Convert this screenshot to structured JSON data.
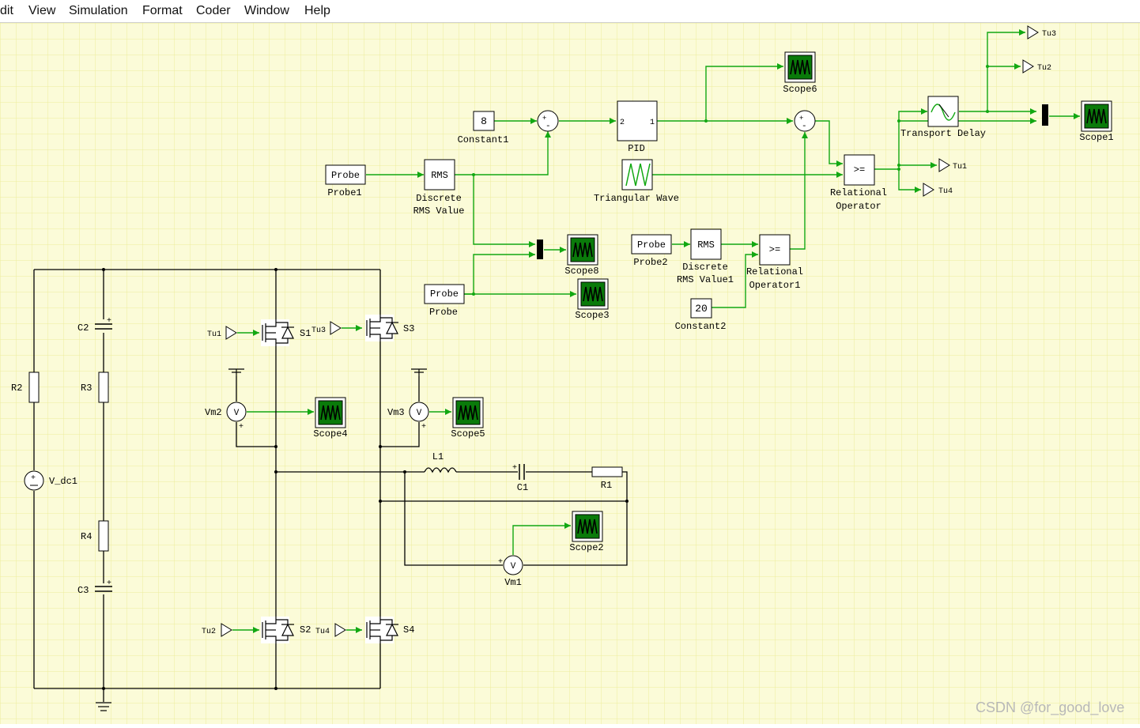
{
  "menubar": {
    "items": [
      "dit",
      "View",
      "Simulation",
      "Format",
      "Coder",
      "Window",
      "Help"
    ]
  },
  "colors": {
    "grid_background": "#fbfbd8",
    "grid_line": "#ecec9c",
    "signal_wire": "#12a812",
    "electrical_wire": "#000000",
    "scope_screen": "#0a7a0a"
  },
  "blocks": {
    "constant1": {
      "value": "8",
      "label": "Constant1"
    },
    "constant2": {
      "value": "20",
      "label": "Constant2"
    },
    "pid": {
      "label": "PID",
      "port_in": "2",
      "port_out": "1"
    },
    "probe1": {
      "text": "Probe",
      "label": "Probe1"
    },
    "probe2": {
      "text": "Probe",
      "label": "Probe2"
    },
    "probe": {
      "text": "Probe",
      "label": "Probe"
    },
    "rms1": {
      "text": "RMS",
      "label_line1": "Discrete",
      "label_line2": "RMS Value"
    },
    "rms2": {
      "text": "RMS",
      "label_line1": "Discrete",
      "label_line2": "RMS Value1"
    },
    "triangular": {
      "label": "Triangular Wave"
    },
    "rel_op": {
      "text": ">=",
      "label_line1": "Relational",
      "label_line2": "Operator"
    },
    "rel_op1": {
      "text": ">=",
      "label_line1": "Relational",
      "label_line2": "Operator1"
    },
    "transport_delay": {
      "label": "Transport Delay"
    },
    "scopes": {
      "scope6": "Scope6",
      "scope1": "Scope1",
      "scope8": "Scope8",
      "scope3": "Scope3",
      "scope4": "Scope4",
      "scope5": "Scope5",
      "scope2": "Scope2"
    },
    "tags": {
      "tu3_out": "Tu3",
      "tu2_out": "Tu2",
      "tu1_out": "Tu1",
      "tu4_out": "Tu4",
      "tu1_in": "Tu1",
      "tu3_in": "Tu3",
      "tu2_in": "Tu2",
      "tu4_in": "Tu4"
    },
    "sum_signs": {
      "plus": "+",
      "minus": "-"
    }
  },
  "circuit": {
    "r2": "R2",
    "r3": "R3",
    "r4": "R4",
    "c2": "C2",
    "c3": "C3",
    "vdc": "V_dc1",
    "s1": "S1",
    "s2": "S2",
    "s3": "S3",
    "s4": "S4",
    "l1": "L1",
    "c1": "C1",
    "r1": "R1",
    "vm1": "Vm1",
    "vm2": "Vm2",
    "vm3": "Vm3",
    "v_symbol": "V",
    "plus": "+"
  },
  "watermark": "CSDN @for_good_love"
}
